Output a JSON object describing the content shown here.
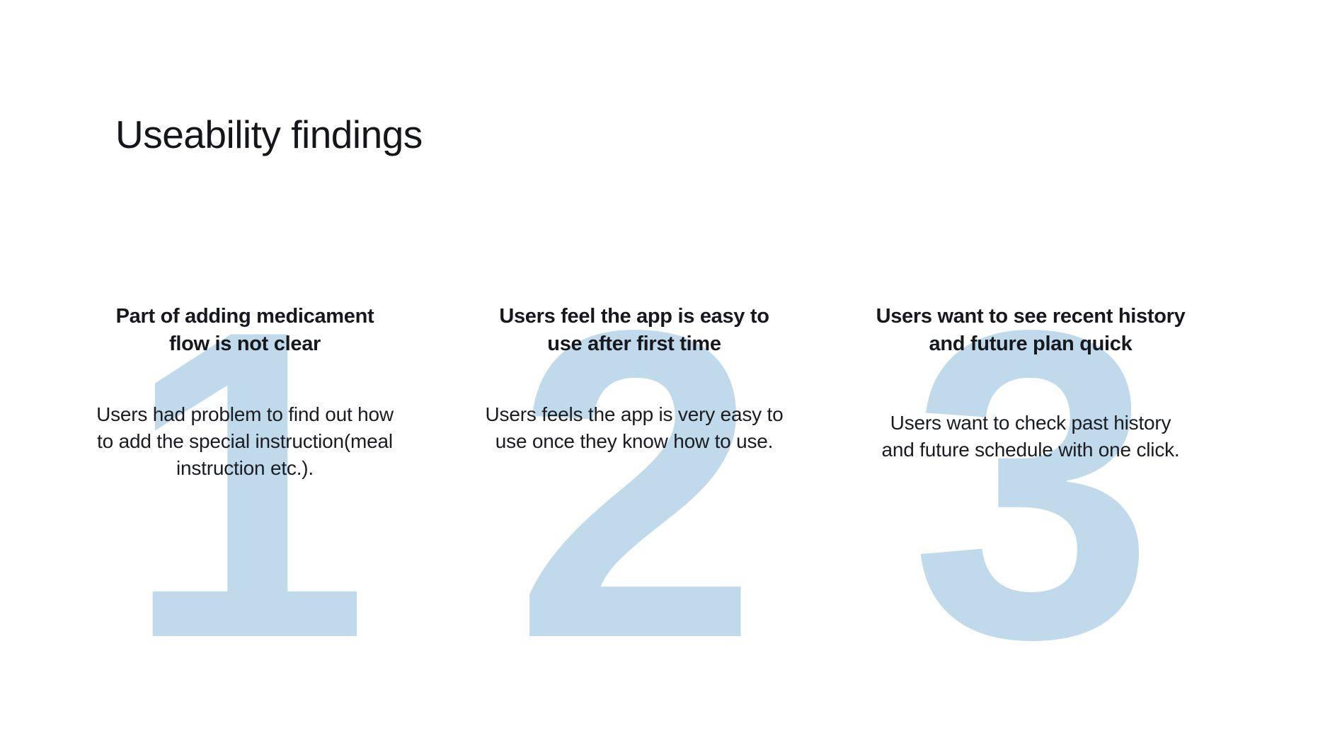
{
  "slide": {
    "title": "Useability findings",
    "background_color": "#ffffff",
    "numeral_color": "#c0daec",
    "heading_color": "#16181d",
    "body_color": "#1a1c22"
  },
  "findings": [
    {
      "numeral": "1",
      "heading": "Part of adding medicament flow is not clear",
      "body": "Users had problem to find out how to add the special instruction(meal instruction etc.)."
    },
    {
      "numeral": "2",
      "heading": "Users feel the app is easy to use after first time",
      "body": "Users feels the app is very easy to use once they know how to use."
    },
    {
      "numeral": "3",
      "heading": "Users want to see recent history and future plan quick",
      "body": "Users want to check past history and future schedule with one click."
    }
  ]
}
